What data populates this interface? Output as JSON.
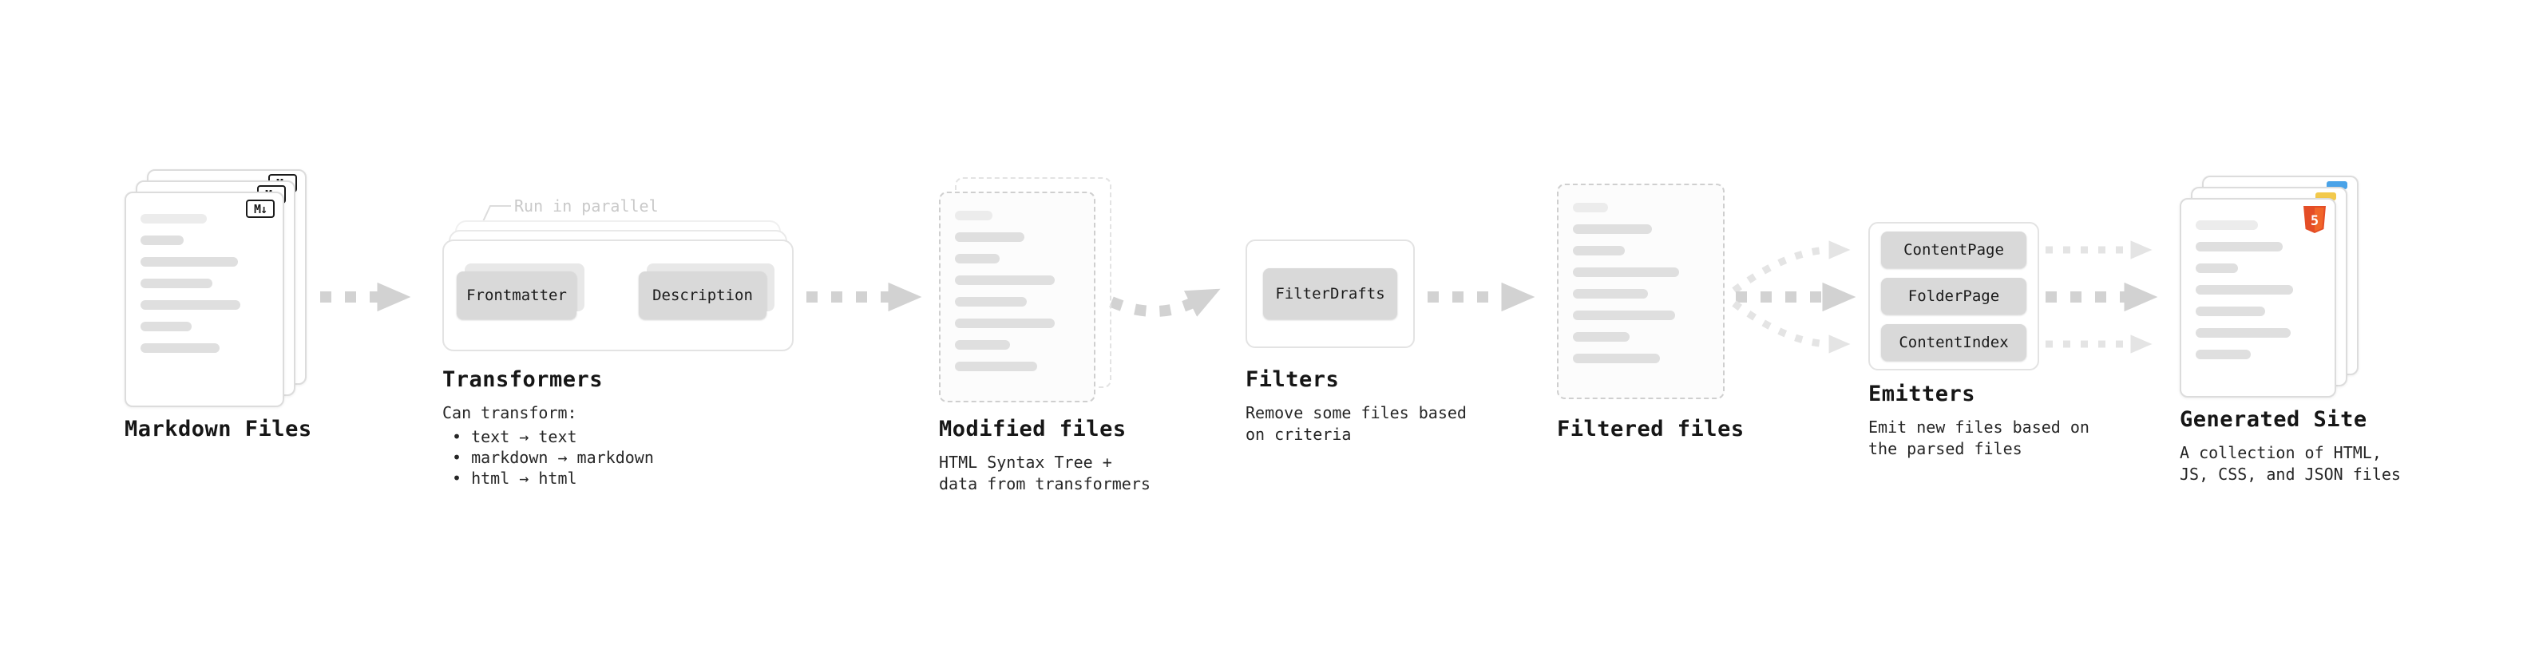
{
  "colors": {
    "c-arrow": "#d2d2d2",
    "c-arrow-light": "#e4e4e4",
    "c-btn": "#d9d9d9",
    "c-text": "#1a1a1a",
    "c-muted": "#c9c9c9",
    "c-accent-orange": "#e44d26",
    "c-chip-blue": "#4aa3e8",
    "c-chip-yellow": "#f2c94c"
  },
  "stages": {
    "markdown": {
      "label": "Markdown Files",
      "icon_text": "M↓"
    },
    "transformers": {
      "label": "Transformers",
      "parallel_note": "Run in parallel",
      "boxes": [
        {
          "label": "Frontmatter"
        },
        {
          "label": "Description"
        }
      ],
      "note_title": "Can transform:",
      "bullets": [
        "• text → text",
        "• markdown → markdown",
        "• html → html"
      ]
    },
    "modified": {
      "label": "Modified files",
      "note": "HTML Syntax Tree +\ndata from transformers"
    },
    "filters": {
      "label": "Filters",
      "boxes": [
        {
          "label": "FilterDrafts"
        }
      ],
      "note": "Remove some files based\non criteria"
    },
    "filtered": {
      "label": "Filtered files"
    },
    "emitters": {
      "label": "Emitters",
      "boxes": [
        {
          "label": "ContentPage"
        },
        {
          "label": "FolderPage"
        },
        {
          "label": "ContentIndex"
        }
      ],
      "note": "Emit new files based on\nthe parsed files"
    },
    "generated": {
      "label": "Generated Site",
      "note": "A collection of HTML,\nJS, CSS, and JSON files",
      "icon_text": "5"
    }
  }
}
